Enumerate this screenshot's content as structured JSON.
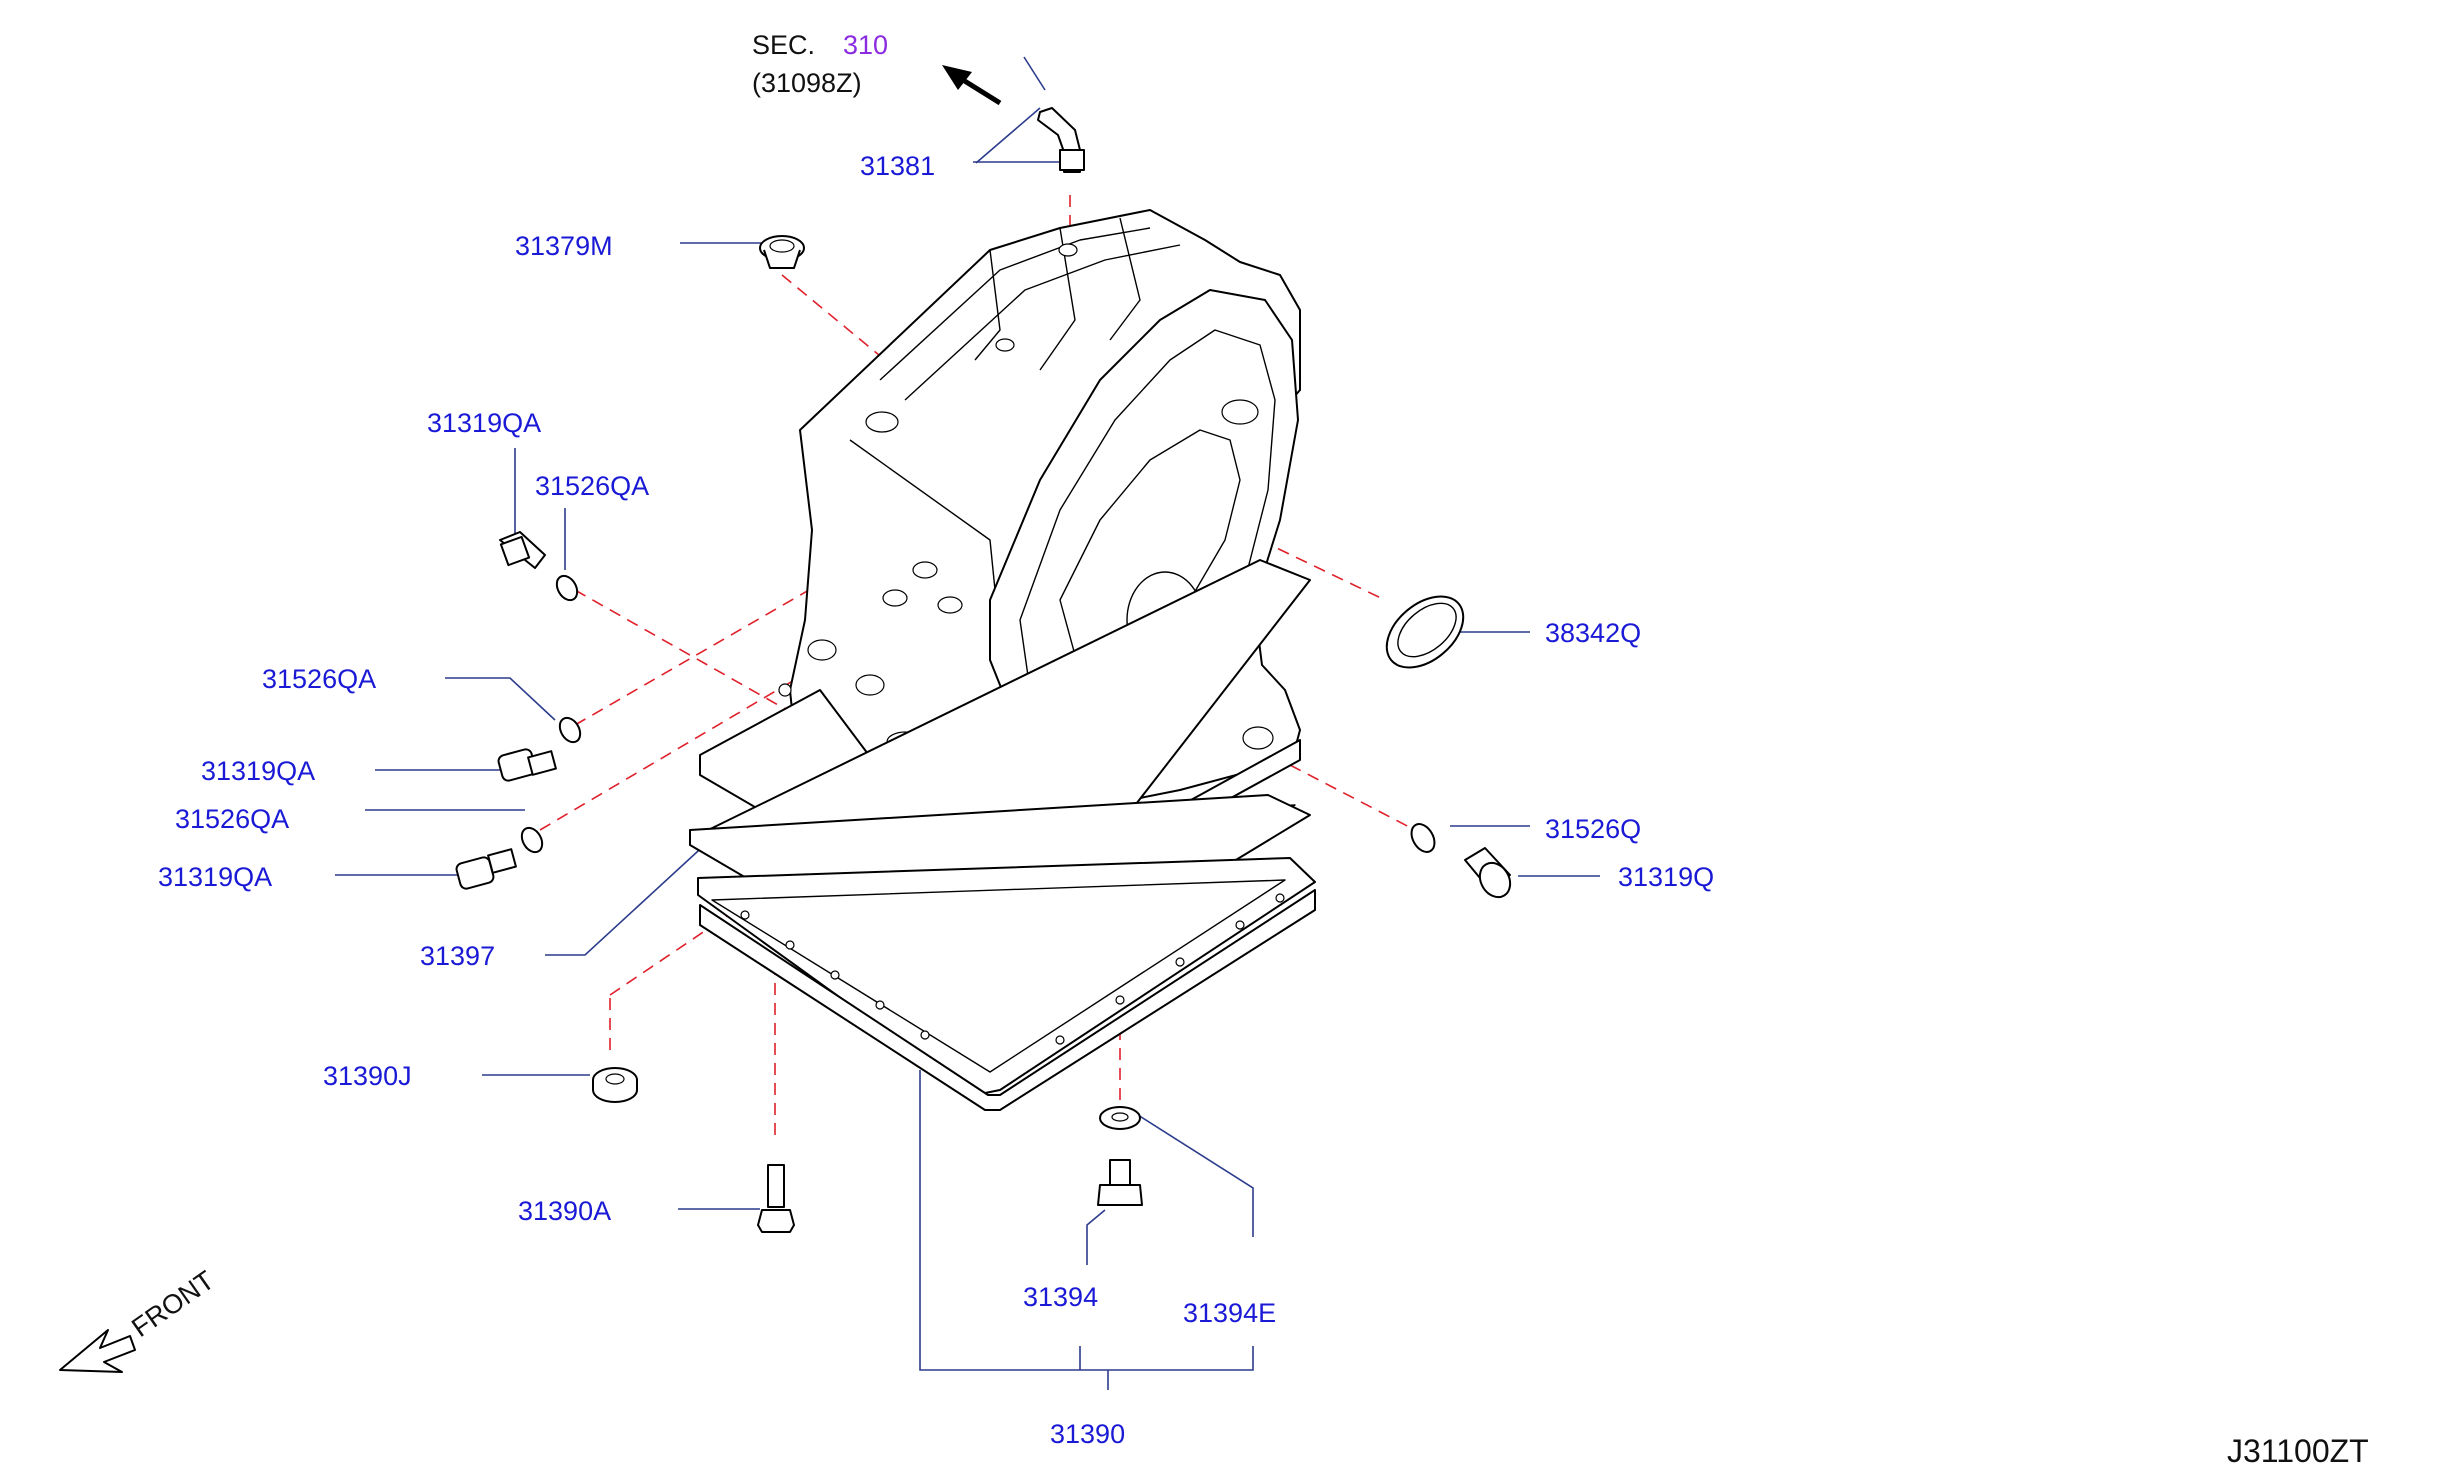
{
  "diagram_code": "J31100ZT",
  "section_ref": {
    "prefix": "SEC.",
    "number": "310",
    "part": "(31098Z)"
  },
  "front_label": "FRONT",
  "labels": {
    "p31381": "31381",
    "p31379M": "31379M",
    "p31319QA_top": "31319QA",
    "p31526QA_top": "31526QA",
    "p38342Q": "38342Q",
    "p31526QA_mid": "31526QA",
    "p31319QA_mid": "31319QA",
    "p31526QA_low": "31526QA",
    "p31319QA_low": "31319QA",
    "p31526Q": "31526Q",
    "p31319Q": "31319Q",
    "p31397": "31397",
    "p31390J": "31390J",
    "p31390A": "31390A",
    "p31394": "31394",
    "p31394E": "31394E",
    "p31390": "31390"
  }
}
